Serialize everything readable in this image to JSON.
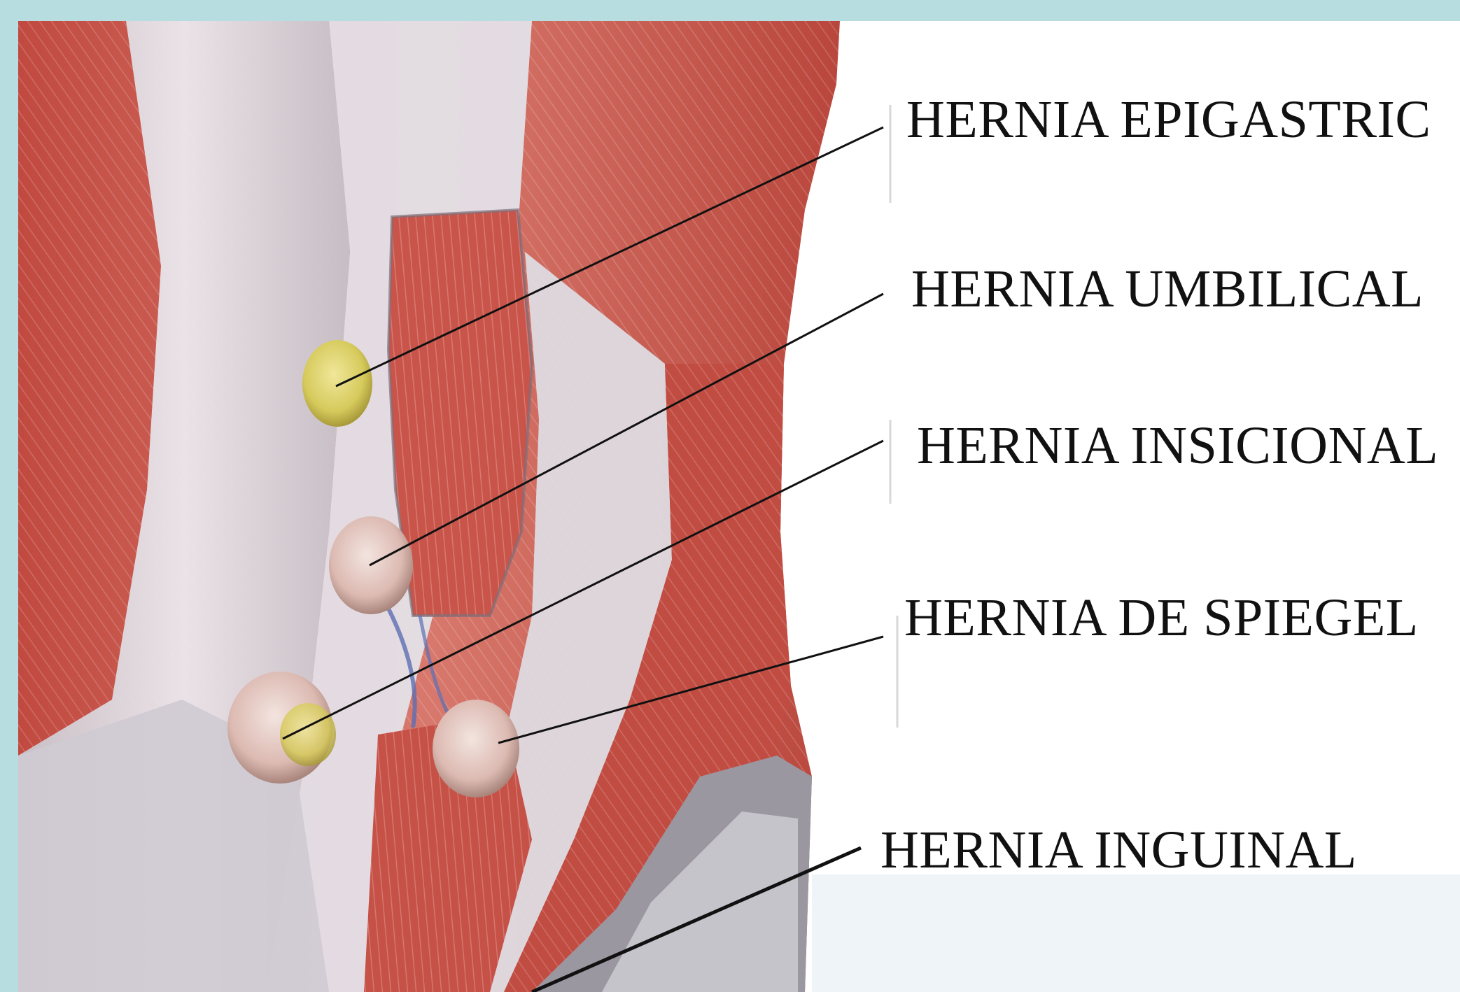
{
  "labels": {
    "epigastric": "HERNIA EPIGASTRIC",
    "umbilical": "HERNIA UMBILICAL",
    "insicional": "HERNIA INSICIONAL",
    "spiegel": "HERNIA DE SPIEGEL",
    "inguinal": "HERNIA INGUINAL"
  },
  "colors": {
    "frame": "#b8dde0",
    "panel": "#ffffff",
    "muscle": "#c7564a",
    "fascia": "#d9d6dc",
    "hernia_yellow": "#d9cf6a",
    "hernia_pink": "#e6c9c2",
    "leader_line": "#111111"
  }
}
